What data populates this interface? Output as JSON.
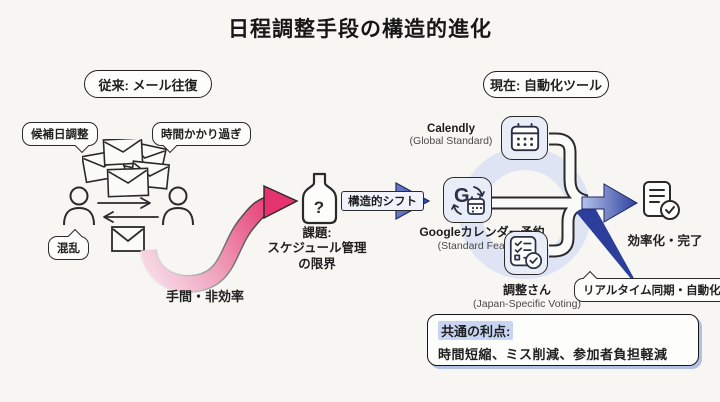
{
  "title": "日程調整手段の構造的進化",
  "legacy": {
    "header": "従来: メール往復",
    "bubble_candidate": "候補日調整",
    "bubble_time": "時間かかり過ぎ",
    "bubble_confusion": "混乱",
    "caption": "手間・非効率"
  },
  "problem": {
    "line1": "課題:",
    "line2": "スケジュール管理",
    "line3": "の限界",
    "flask_mark": "?",
    "shift_label": "構造的シフト"
  },
  "modern": {
    "header": "現在: 自動化ツール",
    "tools": [
      {
        "name": "Calendly",
        "sub": "(Global Standard)"
      },
      {
        "name": "Googleカレンダー予約",
        "sub": "(Standard Feature)"
      },
      {
        "name": "調整さん",
        "sub": "(Japan-Specific Voting)"
      }
    ],
    "google_letter": "G",
    "result_label": "効率化・完了",
    "bubble_realtime": "リアルタイム同期・自動化"
  },
  "benefits": {
    "heading": "共通の利点:",
    "text": "時間短縮、ミス削減、参加者負担軽減"
  },
  "icons": {
    "envelope-pile-icon": "stack of mail envelopes",
    "person-icon": "user silhouette",
    "exchange-arrows-icon": "back and forth arrows",
    "envelope-icon": "mail envelope",
    "flask-icon": "bottle with question mark",
    "calendar-icon": "calendar grid",
    "google-calendar-icon": "G with small calendar and sync arrows",
    "checklist-icon": "voting checklist with check circle",
    "document-check-icon": "document with check circle"
  },
  "colors": {
    "background": "#f7f6f3",
    "outline": "#2a2a2a",
    "pink_accent": "#e63a72",
    "blue_accent": "#2b3e9c",
    "ring": "#dee4f4",
    "toolbox_fill": "#e9edf8",
    "highlight": "#c7d5f3",
    "shadow": "#b4c0e2"
  }
}
